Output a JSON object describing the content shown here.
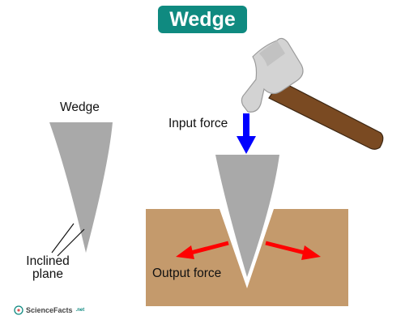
{
  "title": "Wedge",
  "labels": {
    "wedge": "Wedge",
    "input_force": "Input force",
    "output_force": "Output force",
    "inclined_plane_line1": "Inclined",
    "inclined_plane_line2": "plane"
  },
  "logo": {
    "text": "ScienceFacts",
    "suffix": ".net"
  },
  "colors": {
    "title_bg": "#0f8a80",
    "wedge": "#a9a9a9",
    "ground": "#c49a6c",
    "input_arrow": "#0000ff",
    "output_arrow": "#ff0000",
    "hammer_handle": "#7a4a22",
    "hammer_head": "#d0d0d0"
  },
  "icons": [
    "hammer-icon",
    "logo-icon"
  ]
}
